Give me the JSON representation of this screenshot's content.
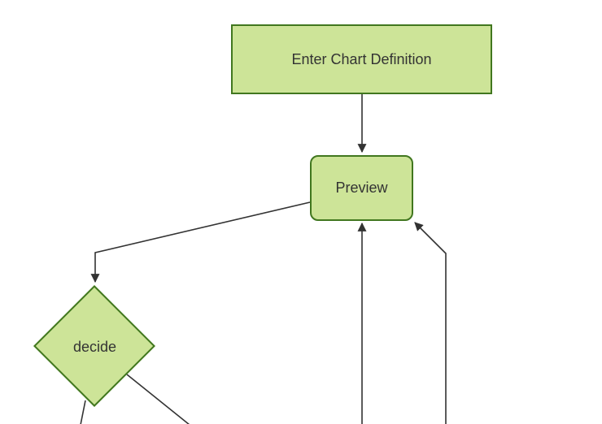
{
  "diagram": {
    "type": "flowchart-top-down",
    "title": "mermaid-style flowchart (partially cropped view)",
    "colors": {
      "node_fill": "#cde498",
      "node_border": "#41771f",
      "edge_color": "#333333",
      "text_color": "#333333",
      "background": "#ffffff"
    },
    "nodes": [
      {
        "id": "enter-chart-definition",
        "label": "Enter Chart Definition",
        "shape": "rectangle"
      },
      {
        "id": "preview",
        "label": "Preview",
        "shape": "rounded-rectangle"
      },
      {
        "id": "decide",
        "label": "decide",
        "shape": "diamond"
      }
    ],
    "edges": [
      {
        "from": "enter-chart-definition",
        "to": "preview",
        "arrowhead": true,
        "label": ""
      },
      {
        "from": "preview",
        "to": "decide",
        "arrowhead": true,
        "label": ""
      },
      {
        "from": "offscreen-bottom",
        "to": "preview",
        "arrowhead": true,
        "label": ""
      },
      {
        "from": "offscreen-bottom-right",
        "to": "preview",
        "arrowhead": true,
        "label": ""
      },
      {
        "from": "decide",
        "to": "offscreen-bottom-left",
        "arrowhead": false,
        "label": ""
      },
      {
        "from": "decide",
        "to": "offscreen-bottom-right",
        "arrowhead": false,
        "label": ""
      }
    ]
  }
}
